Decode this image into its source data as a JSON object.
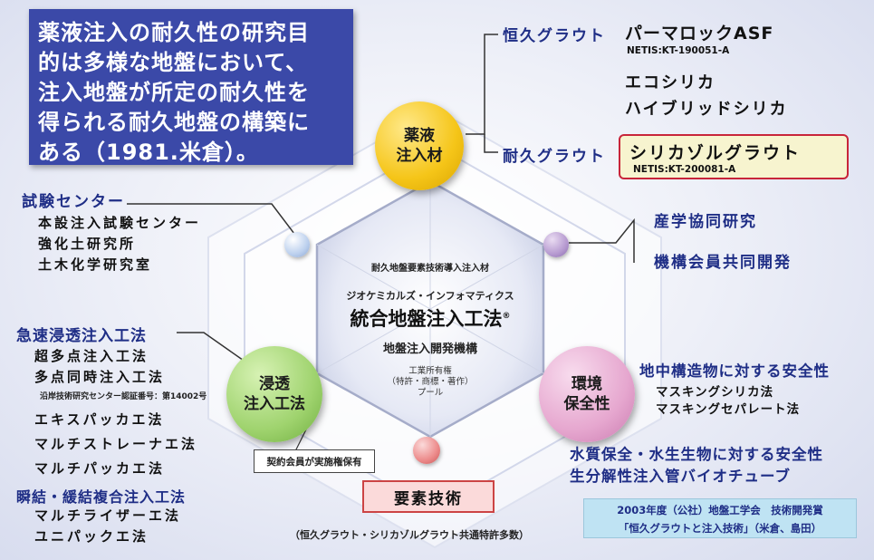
{
  "intro": [
    "薬液注入の耐久性の研究目",
    "的は多様な地盤において、",
    "注入地盤が所定の耐久性を",
    "得られる耐久地盤の構築に",
    "ある（1981.米倉）。"
  ],
  "grout": {
    "permanent_label": "恒久グラウト",
    "durable_label": "耐久グラウト",
    "permarock": "パーマロックASF",
    "permarock_netis": "NETIS:KT-190051-A",
    "ecosilica": "エコシリカ",
    "hybrid": "ハイブリッドシリカ",
    "silicasol": "シリカゾルグラウト",
    "silicasol_netis": "NETIS:KT-200081-A"
  },
  "circles": {
    "chemical": [
      "薬液",
      "注入材"
    ],
    "infiltration": [
      "浸透",
      "注入工法"
    ],
    "environment": [
      "環境",
      "保全性"
    ]
  },
  "test_center": {
    "title": "試験センター",
    "items": [
      "本設注入試験センター",
      "強化土研究所",
      "土木化学研究室"
    ]
  },
  "research": [
    "産学協同研究",
    "機構会員共同開発"
  ],
  "hexagon": {
    "top": "耐久地盤要素技術導入注入材",
    "sub": "ジオケミカルズ・インフォマティクス",
    "main": "統合地盤注入工法",
    "reg": "®",
    "org": "地盤注入開発機構",
    "ip": [
      "工業所有権",
      "（特許・商標・著作）",
      "プール"
    ]
  },
  "rapid": {
    "title": "急速浸透注入工法",
    "items": [
      "超多点注入工法",
      "多点同時注入工法"
    ],
    "note": "沿岸技術研究センター認証番号：第14002号"
  },
  "others": [
    "エキスパッカエ法",
    "マルチストレーナエ法",
    "マルチパッカエ法"
  ],
  "instant": {
    "title": "瞬結・緩結複合注入工法",
    "items": [
      "マルチライザーエ法",
      "ユニパックエ法"
    ]
  },
  "contract": "契約会員が実施権保有",
  "element": "要素技術",
  "footer_note": "（恒久グラウト・シリカゾルグラウト共通特許多数）",
  "safety": {
    "underground": "地中構造物に対する安全性",
    "items": [
      "マスキングシリカ法",
      "マスキングセパレート法"
    ],
    "water": "水質保全・水生生物に対する安全性",
    "biotube": "生分解性注入管バイオチューブ"
  },
  "award": [
    "2003年度（公社）地盤工学会　技術開発賞",
    "「恒久グラウトと注入技術」（米倉、島田）"
  ],
  "colors": {
    "navy": "#1f2e86",
    "intro_bg": "#3b49a8",
    "chemical_circle": "#f5c518",
    "infiltration_circle": "#9fd36e",
    "environment_circle": "#e6a7cf",
    "silicasol_box_border": "#c8253a",
    "silicasol_box_bg": "#f7f4cf",
    "element_box_bg": "#fbdada",
    "award_bg": "#bfe3f3"
  }
}
